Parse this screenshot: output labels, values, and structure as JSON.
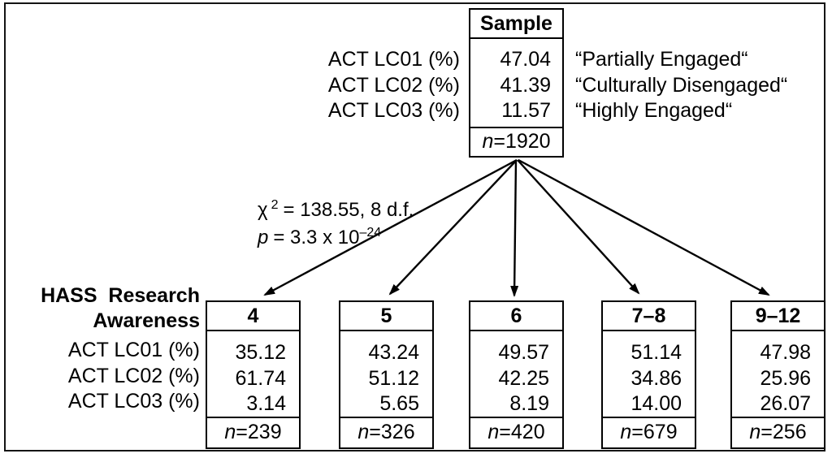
{
  "figure": {
    "sample_box": {
      "title": "Sample",
      "rows": [
        {
          "label": "ACT LC01 (%)",
          "value": "47.04",
          "class_name": "“Partially Engaged“"
        },
        {
          "label": "ACT LC02 (%)",
          "value": "41.39",
          "class_name": "“Culturally Disengaged“"
        },
        {
          "label": "ACT LC03 (%)",
          "value": "11.57",
          "class_name": "“Highly Engaged“"
        }
      ],
      "n_symbol": "n",
      "n_value": "=1920"
    },
    "stats": {
      "chi_symbol": "χ",
      "chi_exponent": "2",
      "chi_rest": "= 138.55, 8 d.f.",
      "p_symbol": "p",
      "p_rest": "= 3.3 x 10",
      "p_exponent": "–24"
    },
    "group_axis": {
      "title_line1": "HASS  Research",
      "title_line2": "Awareness",
      "row_labels": [
        "ACT LC01 (%)",
        "ACT LC02 (%)",
        "ACT LC03 (%)"
      ]
    },
    "groups": [
      {
        "label": "4",
        "values": [
          "35.12",
          "61.74",
          "3.14"
        ],
        "n_symbol": "n",
        "n_value": "=239"
      },
      {
        "label": "5",
        "values": [
          "43.24",
          "51.12",
          "5.65"
        ],
        "n_symbol": "n",
        "n_value": "=326"
      },
      {
        "label": "6",
        "values": [
          "49.57",
          "42.25",
          "8.19"
        ],
        "n_symbol": "n",
        "n_value": "=420"
      },
      {
        "label": "7–8",
        "values": [
          "51.14",
          "34.86",
          "14.00"
        ],
        "n_symbol": "n",
        "n_value": "=679"
      },
      {
        "label": "9–12",
        "values": [
          "47.98",
          "25.96",
          "26.07"
        ],
        "n_symbol": "n",
        "n_value": "=256"
      }
    ]
  },
  "chart_data": {
    "type": "table",
    "columns": [
      "Sample",
      "4",
      "5",
      "6",
      "7–8",
      "9–12"
    ],
    "row_labels": [
      "ACT LC01 (%)",
      "ACT LC02 (%)",
      "ACT LC03 (%)"
    ],
    "values": [
      [
        47.04,
        35.12,
        43.24,
        49.57,
        51.14,
        47.98
      ],
      [
        41.39,
        61.74,
        51.12,
        42.25,
        34.86,
        25.96
      ],
      [
        11.57,
        3.14,
        5.65,
        8.19,
        14.0,
        26.07
      ]
    ],
    "n": [
      1920,
      239,
      326,
      420,
      679,
      256
    ],
    "class_names": [
      "Partially Engaged",
      "Culturally Disengaged",
      "Highly Engaged"
    ],
    "group_variable": "HASS Research Awareness",
    "chi_square": "χ2 = 138.55, 8 d.f.",
    "p_value": "3.3 x 10–24"
  }
}
